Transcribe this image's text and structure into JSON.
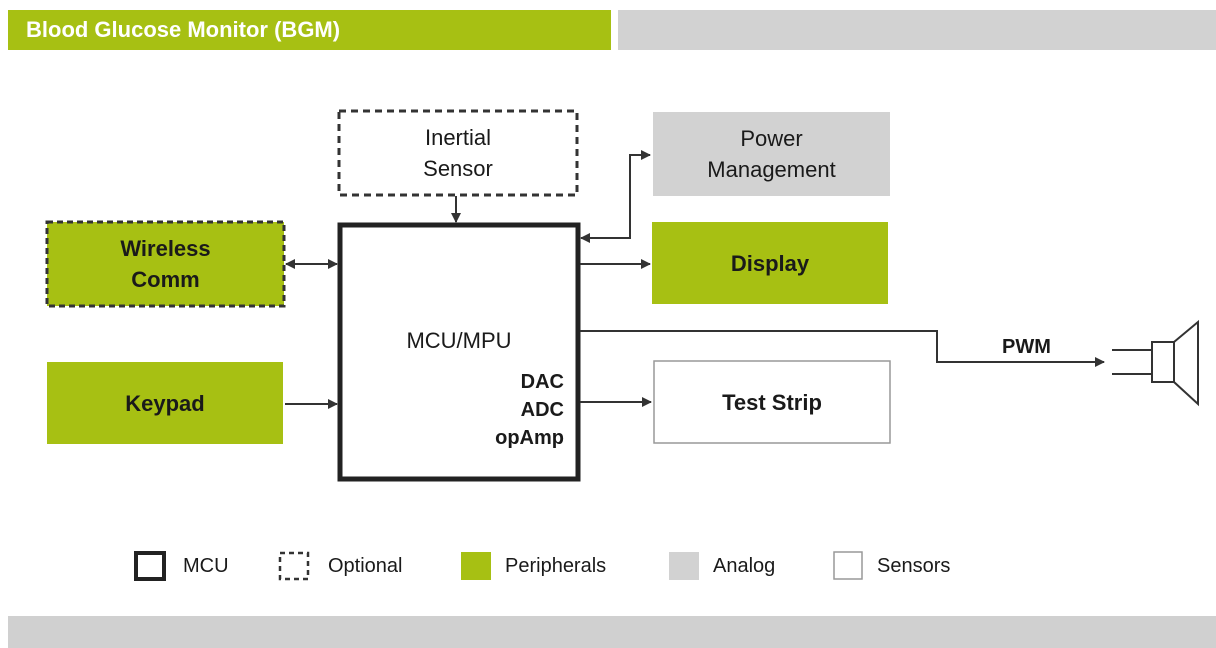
{
  "header": {
    "title": "Blood Glucose Monitor (BGM)"
  },
  "blocks": {
    "inertial_sensor": "Inertial\nSensor",
    "power_management": "Power\nManagement",
    "wireless_comm": "Wireless\nComm",
    "display": "Display",
    "mcu_mpu": "MCU/MPU",
    "keypad": "Keypad",
    "test_strip": "Test Strip"
  },
  "mcu_internals": [
    "DAC",
    "ADC",
    "opAmp"
  ],
  "signals": {
    "pwm": "PWM"
  },
  "legend": {
    "mcu": "MCU",
    "optional": "Optional",
    "peripherals": "Peripherals",
    "analog": "Analog",
    "sensors": "Sensors"
  },
  "colors": {
    "peripheral_green": "#a7c013",
    "analog_gray": "#d2d2d2",
    "line": "#333333"
  },
  "icons": {
    "speaker": "speaker-icon"
  }
}
